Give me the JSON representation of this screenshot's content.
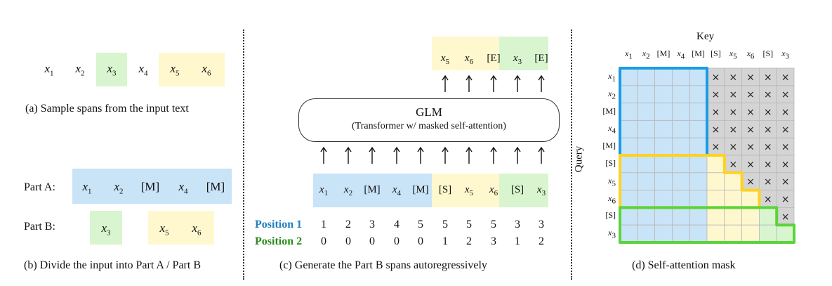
{
  "panel_a": {
    "tokens": [
      "x1",
      "x2",
      "x3",
      "x4",
      "x5",
      "x6"
    ],
    "caption": "(a)  Sample spans from the input text"
  },
  "panel_b": {
    "part_a_label": "Part A:",
    "part_b_label": "Part B:",
    "part_a_tokens": [
      "x1",
      "x2",
      "[M]",
      "x4",
      "[M]"
    ],
    "part_b_tokens": [
      "x3",
      "x5",
      "x6"
    ],
    "caption": "(b)  Divide the input into Part A / Part B"
  },
  "panel_c": {
    "glm_title": "GLM",
    "glm_subtitle": "(Transformer w/ masked self-attention)",
    "input_tokens": [
      "x1",
      "x2",
      "[M]",
      "x4",
      "[M]",
      "[S]",
      "x5",
      "x6",
      "[S]",
      "x3"
    ],
    "output_tokens": [
      "x5",
      "x6",
      "[E]",
      "x3",
      "[E]"
    ],
    "position1_label": "Position 1",
    "position2_label": "Position 2",
    "position1": [
      "1",
      "2",
      "3",
      "4",
      "5",
      "5",
      "5",
      "5",
      "3",
      "3"
    ],
    "position2": [
      "0",
      "0",
      "0",
      "0",
      "0",
      "1",
      "2",
      "3",
      "1",
      "2"
    ],
    "caption": "(c)  Generate the Part B spans autoregressively"
  },
  "panel_d": {
    "key_label": "Key",
    "query_label": "Query",
    "key_tokens": [
      "x1",
      "x2",
      "[M]",
      "x4",
      "[M]",
      "[S]",
      "x5",
      "x6",
      "[S]",
      "x3"
    ],
    "query_tokens": [
      "x1",
      "x2",
      "[M]",
      "x4",
      "[M]",
      "[S]",
      "x5",
      "x6",
      "[S]",
      "x3"
    ],
    "mask_symbol": "×",
    "caption": "(d)  Self-attention mask"
  },
  "colors": {
    "blue": "#c9e3f7",
    "yellow": "#fff8cf",
    "green": "#d8f5cf",
    "blue_border": "#1a9be6",
    "yellow_border": "#ffd21f",
    "green_border": "#5ad43a",
    "position1": "#1f7fc0",
    "position2": "#2a8a1a",
    "masked": "#d4d4d4"
  }
}
